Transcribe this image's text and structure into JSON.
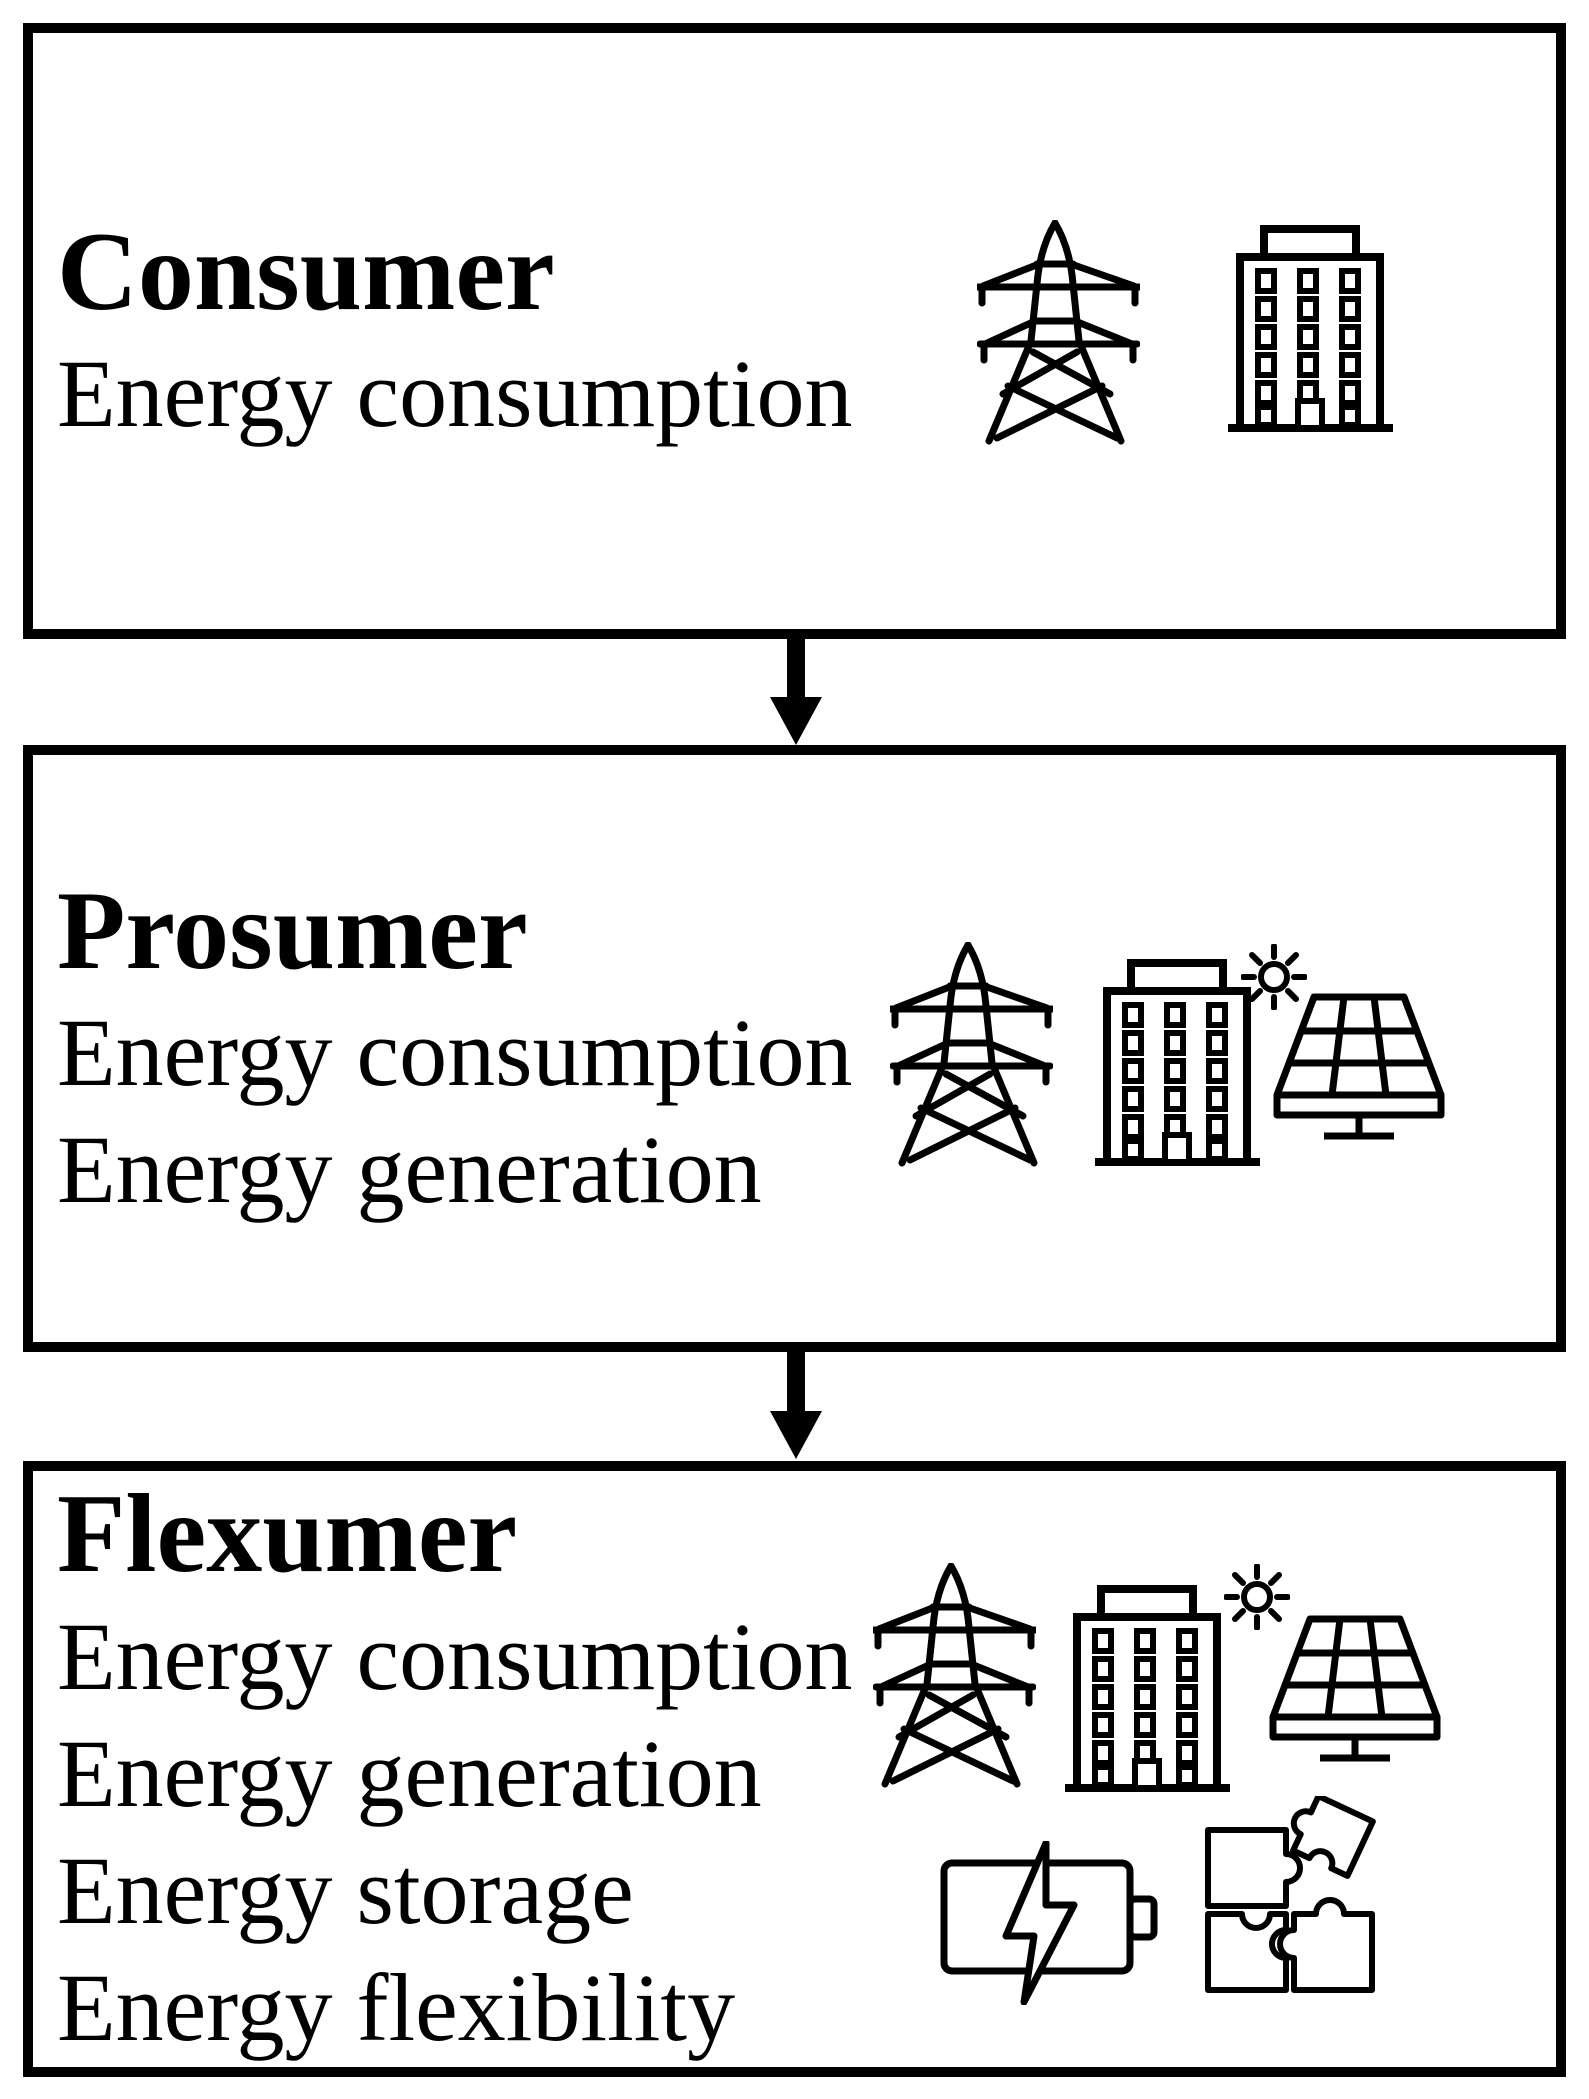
{
  "page": {
    "background": "#ffffff",
    "ink": "#000000"
  },
  "boxes": [
    {
      "id": "consumer",
      "title": "Consumer",
      "lines": [
        "Energy consumption"
      ],
      "icons": [
        "transmission-tower",
        "office-building"
      ]
    },
    {
      "id": "prosumer",
      "title": "Prosumer",
      "lines": [
        "Energy consumption",
        "Energy generation"
      ],
      "icons": [
        "transmission-tower",
        "office-building",
        "sun",
        "solar-panel"
      ]
    },
    {
      "id": "flexumer",
      "title": "Flexumer",
      "lines": [
        "Energy consumption",
        "Energy generation",
        "Energy storage",
        "Energy flexibility"
      ],
      "icons": [
        "transmission-tower",
        "office-building",
        "sun",
        "solar-panel",
        "battery-charging",
        "puzzle-pieces"
      ]
    }
  ],
  "arrows": [
    {
      "from": "Consumer",
      "to": "Prosumer"
    },
    {
      "from": "Prosumer",
      "to": "Flexumer"
    }
  ]
}
